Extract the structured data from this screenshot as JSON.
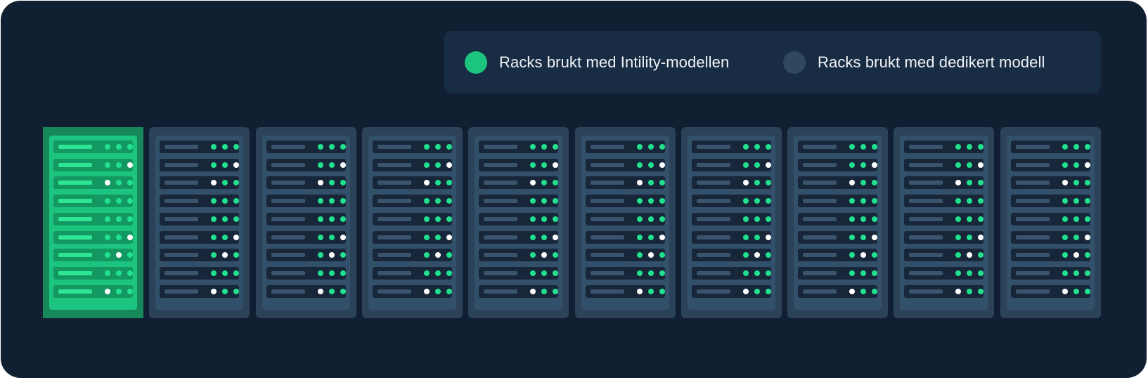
{
  "legend": {
    "intility": {
      "label": "Racks brukt med Intility-modellen",
      "color": "#1cc47f"
    },
    "dedicated": {
      "label": "Racks brukt med dedikert modell",
      "color": "#2f4860"
    }
  },
  "colors": {
    "background": "#111f32",
    "led_green": "#21e08e",
    "led_white": "#ffffff"
  },
  "racks": [
    {
      "model": "intility"
    },
    {
      "model": "dedicated"
    },
    {
      "model": "dedicated"
    },
    {
      "model": "dedicated"
    },
    {
      "model": "dedicated"
    },
    {
      "model": "dedicated"
    },
    {
      "model": "dedicated"
    },
    {
      "model": "dedicated"
    },
    {
      "model": "dedicated"
    },
    {
      "model": "dedicated"
    }
  ],
  "unit_leds": [
    [
      "g",
      "g",
      "g"
    ],
    [
      "g",
      "g",
      "w"
    ],
    [
      "w",
      "g",
      "g"
    ],
    [
      "g",
      "g",
      "g"
    ],
    [
      "g",
      "g",
      "g"
    ],
    [
      "g",
      "g",
      "w"
    ],
    [
      "g",
      "w",
      "g"
    ],
    [
      "g",
      "g",
      "g"
    ],
    [
      "w",
      "g",
      "g"
    ]
  ]
}
